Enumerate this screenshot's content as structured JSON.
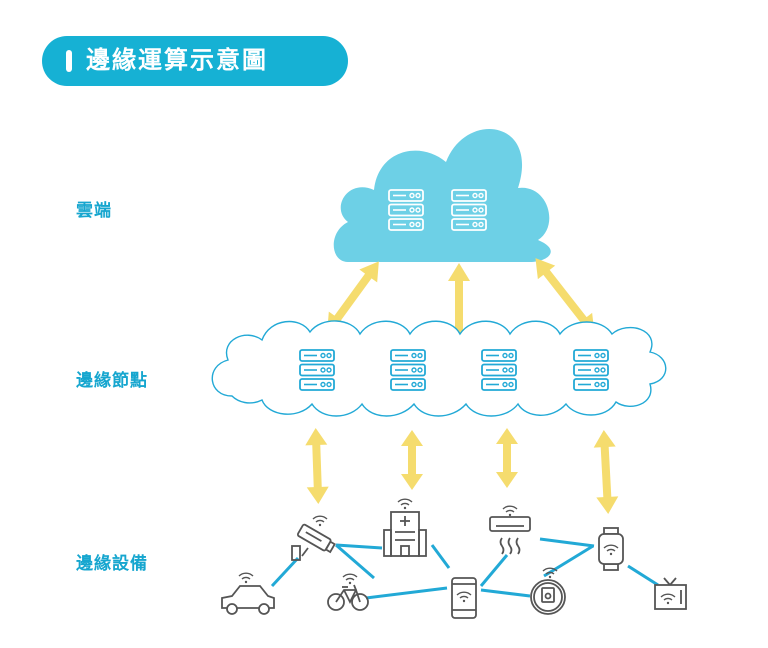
{
  "title": "邊緣運算示意圖",
  "layers": {
    "cloud": "雲端",
    "edge_nodes": "邊緣節點",
    "edge_devices": "邊緣設備"
  },
  "colors": {
    "accent": "#16b1d4",
    "cloud_fill": "#6dd0e6",
    "line": "#22a9d6",
    "arrow": "#f5dc6e",
    "label": "#16a6cf",
    "icon": "#555555"
  },
  "icons": {
    "cloud_servers": [
      "server-icon",
      "server-icon"
    ],
    "edge_servers": [
      "server-icon",
      "server-icon",
      "server-icon",
      "server-icon"
    ],
    "devices": [
      "car-icon",
      "security-camera-icon",
      "bicycle-icon",
      "hospital-icon",
      "smartphone-icon",
      "air-conditioner-icon",
      "robot-vacuum-icon",
      "smartwatch-icon",
      "television-icon",
      "wifi-icon"
    ]
  }
}
